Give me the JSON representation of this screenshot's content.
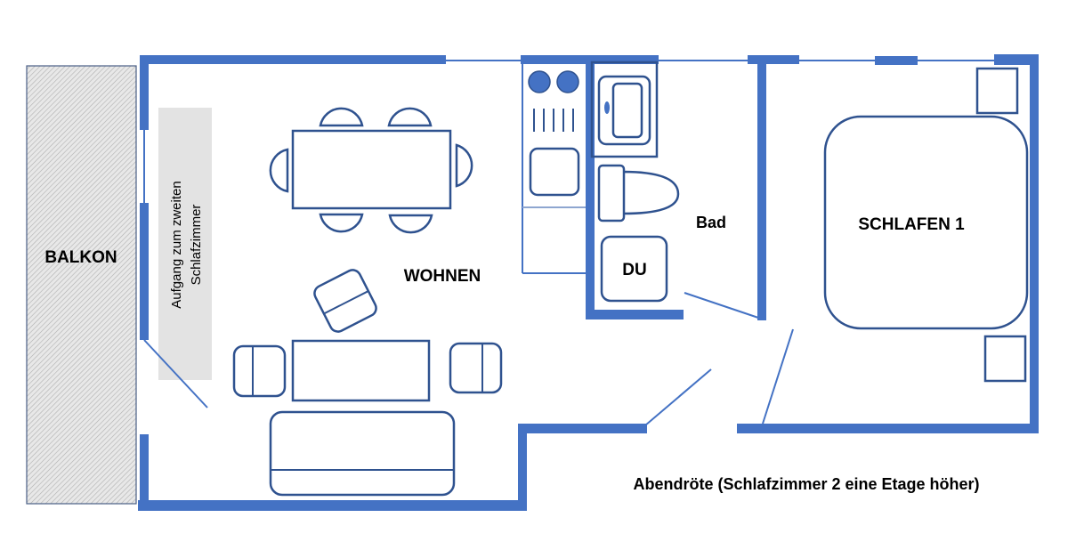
{
  "plan": {
    "name": "Abendröte",
    "caption": "Abendröte (Schlafzimmer 2 eine Etage höher)",
    "colors": {
      "wall": "#4472C4",
      "furniture": "#2F528F",
      "stair": "#E3E3E3",
      "balcony_hatch": "#BFBFBF"
    }
  },
  "rooms": {
    "balcony": "BALKON",
    "living": "WOHNEN",
    "bathroom": "Bad",
    "shower": "DU",
    "bedroom1": "SCHLAFEN 1"
  },
  "stairs": {
    "line1": "Aufgang zum zweiten",
    "line2": "Schlafzimmer"
  }
}
